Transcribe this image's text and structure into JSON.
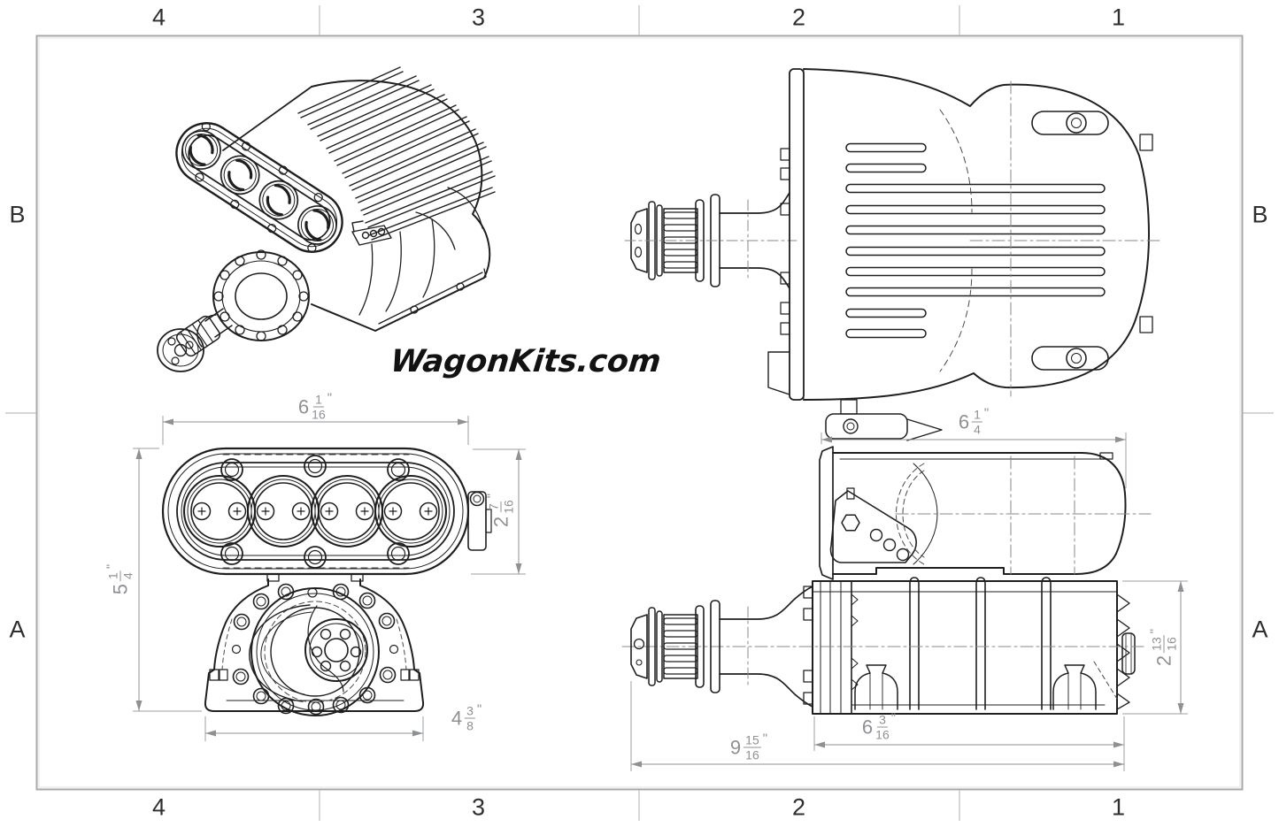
{
  "page": {
    "zones": {
      "columns": [
        "4",
        "3",
        "2",
        "1"
      ],
      "rows": [
        "B",
        "A"
      ]
    },
    "watermark": "WagonKits.com",
    "colors": {
      "line": "#1f1f1f",
      "dim": "#8f9094",
      "frame": "#a8a8a8",
      "background": "#ffffff"
    },
    "dimensions": {
      "front_width": {
        "whole": "6",
        "num": "1",
        "den": "16",
        "unit": "\""
      },
      "front_plate_height": {
        "whole": "2",
        "num": "7",
        "den": "16",
        "unit": "\""
      },
      "front_height": {
        "whole": "5",
        "num": "1",
        "den": "4",
        "unit": "\""
      },
      "front_base_width": {
        "whole": "4",
        "num": "3",
        "den": "8",
        "unit": "\""
      },
      "side_top_width": {
        "whole": "6",
        "num": "1",
        "den": "4",
        "unit": "\""
      },
      "side_case_height": {
        "whole": "2",
        "num": "13",
        "den": "16",
        "unit": "\""
      },
      "side_case_width": {
        "whole": "6",
        "num": "3",
        "den": "16",
        "unit": "\""
      },
      "side_overall_width": {
        "whole": "9",
        "num": "15",
        "den": "16",
        "unit": "\""
      }
    }
  }
}
